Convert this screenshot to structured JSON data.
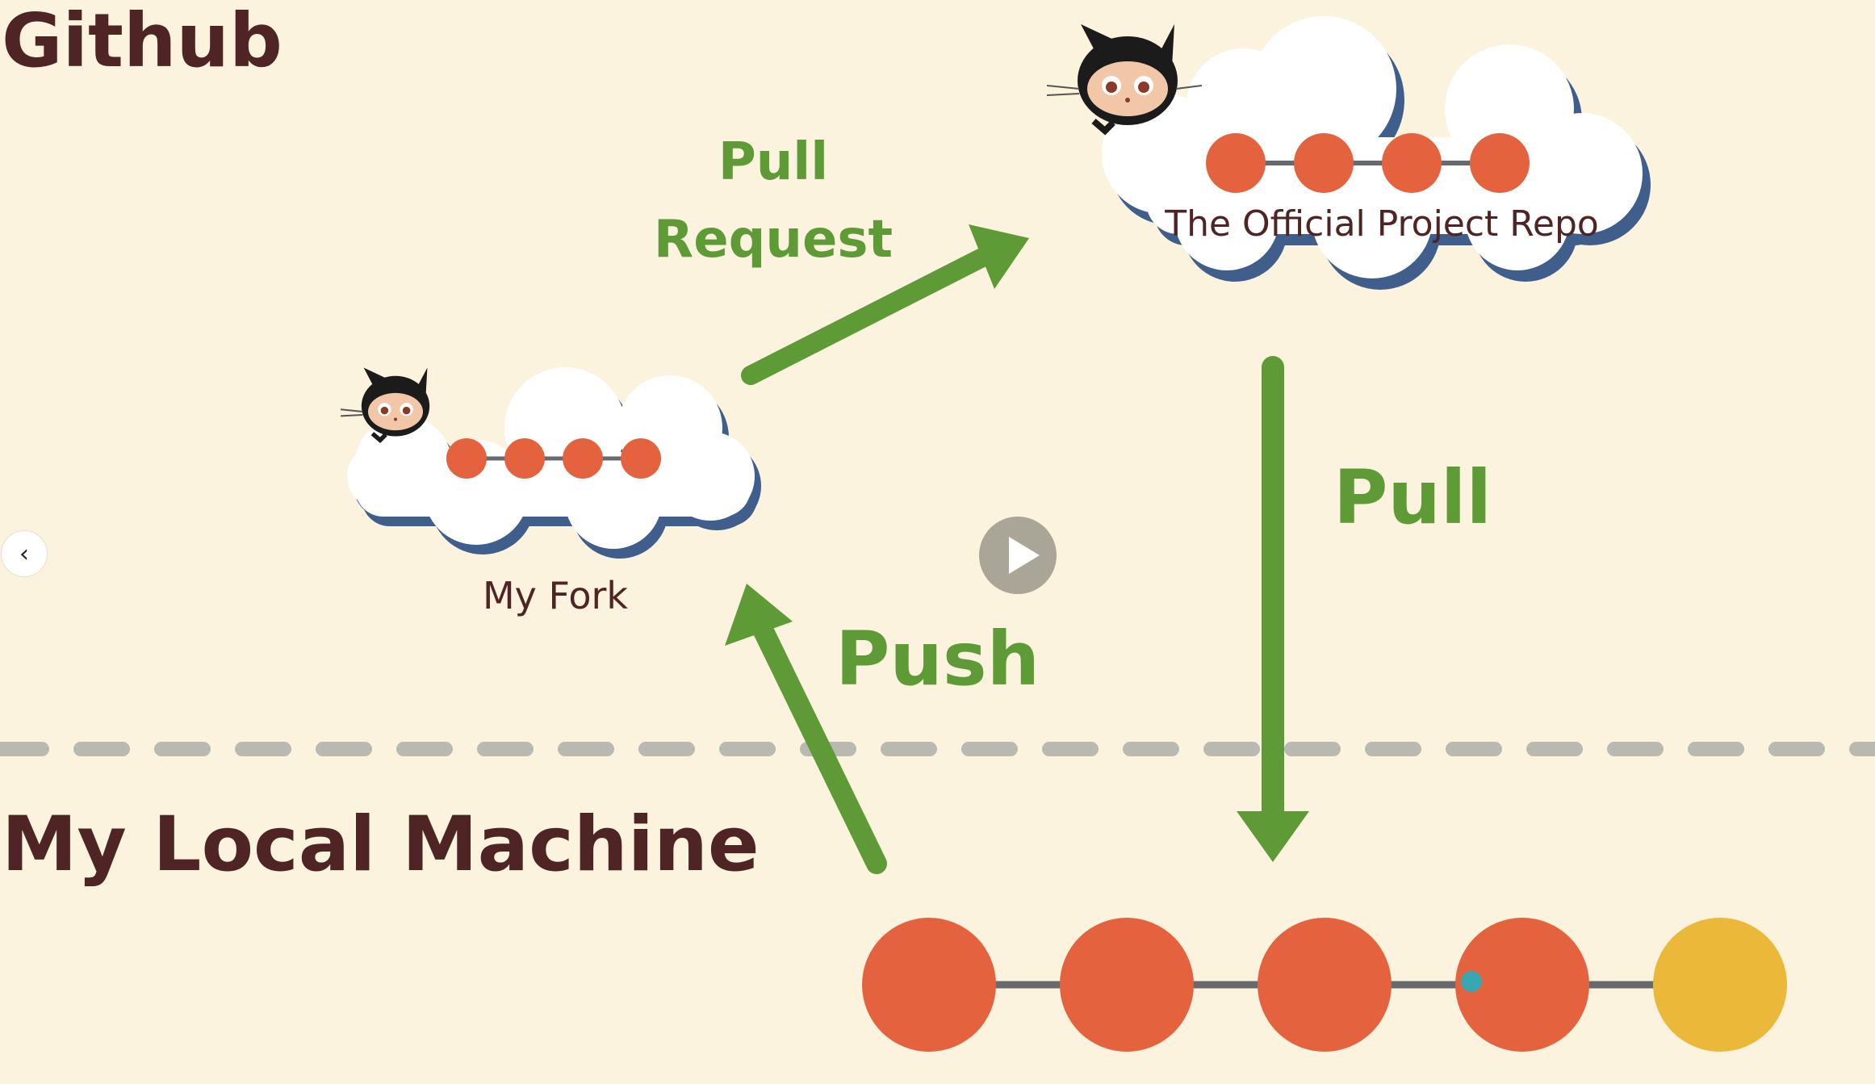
{
  "sections": {
    "github": "Github",
    "local": "My Local Machine"
  },
  "clouds": {
    "official_repo": {
      "label": "The Official Project Repo",
      "commits": 4
    },
    "fork": {
      "label": "My Fork",
      "commits": 4
    }
  },
  "arrows": {
    "pull_request_line1": "Pull",
    "pull_request_line2": "Request",
    "pull": "Pull",
    "push": "Push"
  },
  "local_commits": {
    "count": 5,
    "last_color": "#ecb83a"
  },
  "colors": {
    "background": "#fbf3dd",
    "commit": "#e5623f",
    "arrow": "#5e9a36",
    "text": "#4e2424",
    "divider": "#b8b9b1",
    "cloud_shadow": "#3f5e8c"
  },
  "controls": {
    "prev_icon": "‹"
  }
}
